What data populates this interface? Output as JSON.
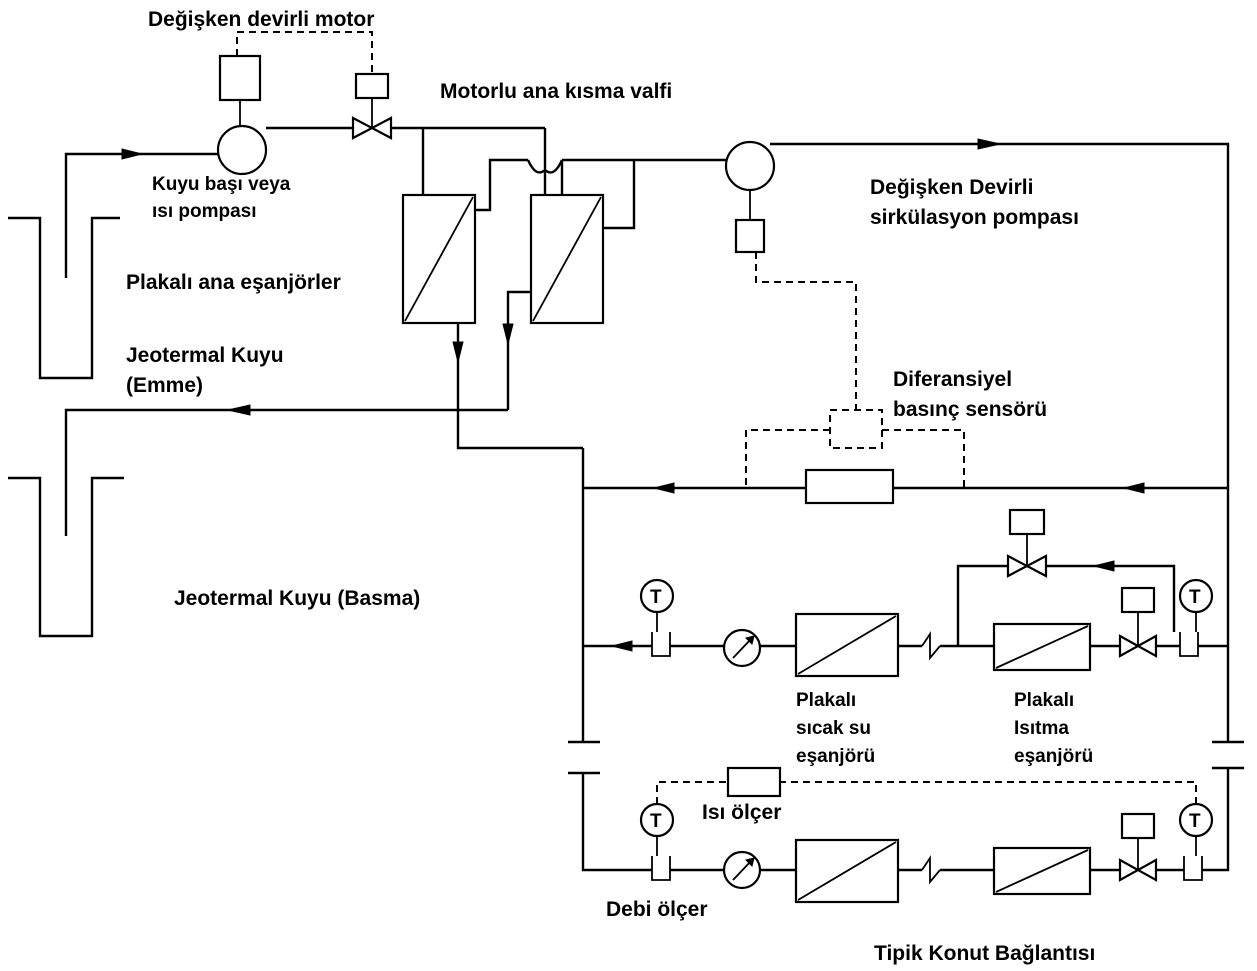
{
  "labels": {
    "variable_speed_motor": "Değişken devirli motor",
    "motorized_throttle_valve": "Motorlu ana kısma valfi",
    "wellhead_pump_line1": "Kuyu başı veya",
    "wellhead_pump_line2": "ısı pompası",
    "circulation_pump_line1": "Değişken Devirli",
    "circulation_pump_line2": "sirkülasyon pompası",
    "main_plate_exchangers": "Plakalı ana eşanjörler",
    "production_well_line1": "Jeotermal Kuyu",
    "production_well_line2": "(Emme)",
    "diff_pressure_line1": "Diferansiyel",
    "diff_pressure_line2": "basınç sensörü",
    "injection_well": "Jeotermal Kuyu (Basma)",
    "dhw_exchanger_line1": "Plakalı",
    "dhw_exchanger_line2": "sıcak su",
    "dhw_exchanger_line3": "eşanjörü",
    "heating_exchanger_line1": "Plakalı",
    "heating_exchanger_line2": "Isıtma",
    "heating_exchanger_line3": "eşanjörü",
    "heat_meter": "Isı ölçer",
    "flow_meter": "Debi ölçer",
    "typical_connection": "Tipik Konut Bağlantısı",
    "temp_sensor_letter": "T"
  }
}
